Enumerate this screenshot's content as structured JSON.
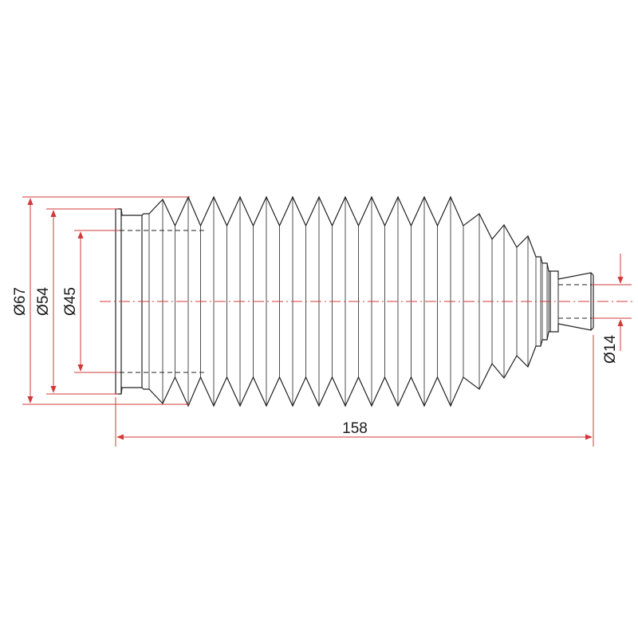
{
  "drawing": {
    "dimensions": {
      "outer_diameter": "Ø67",
      "flange_diameter": "Ø54",
      "inner_diameter": "Ø45",
      "small_end_diameter": "Ø14",
      "overall_length": "158"
    },
    "colors": {
      "outline": "#222222",
      "dimension": "#d23a3a",
      "centerline": "#d23a3a",
      "text": "#1a1a1a"
    }
  }
}
